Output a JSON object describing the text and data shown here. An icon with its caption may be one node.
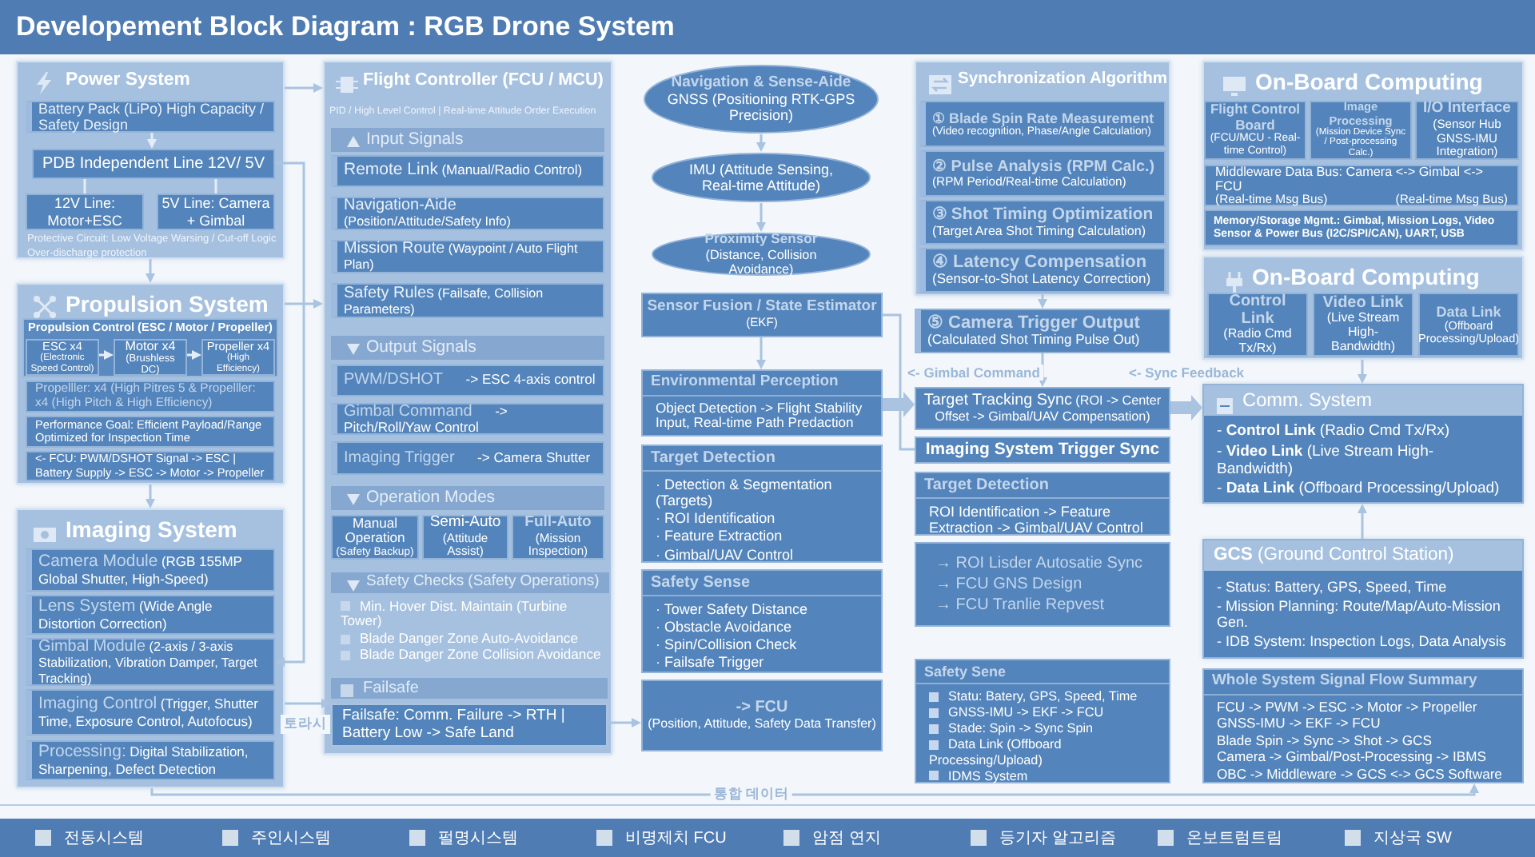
{
  "diagram": {
    "title": "Developement Block Diagram : RGB Drone System",
    "nodes": [
      {
        "text": [
          "Power System",
          "Protective Circuit: Low Voltage Warsing / Cut-off Logic",
          "Over-discharge protection"
        ]
      },
      {
        "text": [
          "Battery Pack (LiPo) High Capacity / Safety Design"
        ],
        "in": 0
      },
      {
        "text": [
          "PDB Independent Line 12V/ 5V"
        ],
        "in": 0
      },
      {
        "text": [
          "12V Line: Motor+ESC"
        ],
        "in": 0
      },
      {
        "text": [
          "5V Line: Camera + Gimbal"
        ],
        "in": 0
      },
      {
        "text": [
          "Propulsion System"
        ]
      },
      {
        "text": [
          "Propulsion Control (ESC / Motor / Propeller)"
        ],
        "in": 5
      },
      {
        "text": [
          "ESC x4",
          "(Electronic Speed Control)"
        ],
        "in": 6
      },
      {
        "text": [
          "Motor x4",
          "(Brushless DC)"
        ],
        "in": 6
      },
      {
        "text": [
          "Propeller x4",
          "(High Efficiency)"
        ],
        "in": 6
      },
      {
        "text": [
          "Propelller: x4 (High Pitres 5 & Propelller: x4 (High Pitch & High Efficiency)"
        ],
        "in": 5
      },
      {
        "text": [
          "Performance Goal: Efficient Payload/Range Optimized for Inspection Time"
        ],
        "in": 5
      },
      {
        "text": [
          "<- FCU: PWM/DSHOT Signal -> ESC | Battery Supply -> ESC -> Motor -> Propeller"
        ],
        "in": 5
      },
      {
        "text": [
          "Imaging System"
        ]
      },
      {
        "text": [
          "Camera Module",
          "(RGB 155MP Global Shutter, High-Speed)"
        ],
        "in": 13
      },
      {
        "text": [
          "Lens System",
          "(Wide Angle Distortion Correction)"
        ],
        "in": 13
      },
      {
        "text": [
          "Gimbal Module",
          "(2-axis / 3-axis Stabilization, Vibration Damper, Target Tracking)"
        ],
        "in": 13
      },
      {
        "text": [
          "Imaging Control",
          "(Trigger, Shutter Time, Exposure Control, Autofocus)"
        ],
        "in": 13
      },
      {
        "text": [
          "Processing:",
          "Digital Stabilization, Sharpening, Defect Detection"
        ],
        "in": 13
      },
      {
        "text": [
          "Flight Controller (FCU / MCU)",
          "PID / High Level Control | Real-time Attitude Order Execution"
        ]
      },
      {
        "text": [
          "Input Signals"
        ],
        "in": 19
      },
      {
        "text": [
          "Remote Link",
          "(Manual/Radio Control)"
        ],
        "in": 19
      },
      {
        "text": [
          "Navigation-Aide",
          "(Position/Attitude/Safety Info)"
        ],
        "in": 19
      },
      {
        "text": [
          "Mission Route",
          "(Waypoint / Auto Flight Plan)"
        ],
        "in": 19
      },
      {
        "text": [
          "Safety Rules",
          "(Failsafe, Collision Parameters)"
        ],
        "in": 19
      },
      {
        "text": [
          "Output Signals"
        ],
        "in": 19
      },
      {
        "text": [
          "PWM/DSHOT",
          "-> ESC 4-axis control"
        ],
        "in": 19
      },
      {
        "text": [
          "Gimbal Command",
          "-> Pitch/Roll/Yaw Control"
        ],
        "in": 19
      },
      {
        "text": [
          "Imaging Trigger",
          "-> Camera Shutter"
        ],
        "in": 19
      },
      {
        "text": [
          "Operation Modes"
        ],
        "in": 19
      },
      {
        "text": [
          "Manual Operation",
          "(Safety Backup)"
        ],
        "in": 19
      },
      {
        "text": [
          "Semi-Auto",
          "(Attitude Assist)"
        ],
        "in": 19
      },
      {
        "text": [
          "Full-Auto",
          "(Mission Inspection)"
        ],
        "in": 19
      },
      {
        "text": [
          "Safety Checks (Safety Operations)",
          "Min. Hover Dist. Maintain (Turbine Tower)",
          "Blade Danger Zone Auto-Avoidance",
          "Blade Danger Zone Collision Avoidance"
        ],
        "in": 19
      },
      {
        "text": [
          "Failsafe",
          "Failsafe: Comm. Failure -> RTH | Battery Low -> Safe Land"
        ],
        "in": 19
      },
      {
        "text": [
          "Navigation & Sense-Aide",
          "GNSS (Positioning RTK-GPS Precision)"
        ]
      },
      {
        "text": [
          "IMU (Attitude Sensing, Real-time Attitude)"
        ]
      },
      {
        "text": [
          "Proximity Sensor",
          "(Distance, Collision Avoidance)"
        ]
      },
      {
        "text": [
          "Sensor Fusion / State Estimator",
          "(EKF)"
        ]
      },
      {
        "text": [
          "Environmental Perception",
          "Object Detection -> Flight Stability Input, Real-time Path Predaction"
        ]
      },
      {
        "text": [
          "Target Detection",
          "· Detection & Segmentation (Targets)",
          "· ROI Identification",
          "· Feature Extraction",
          "· Gimbal/UAV Control"
        ]
      },
      {
        "text": [
          "Safety Sense",
          "· Tower Safety Distance",
          "· Obstacle Avoidance",
          "· Spin/Collision Check",
          "· Failsafe Trigger"
        ]
      },
      {
        "text": [
          "-> FCU",
          "(Position, Attitude, Safety Data Transfer)"
        ]
      },
      {
        "text": [
          "Synchronization Algorithm"
        ]
      },
      {
        "text": [
          "① Blade Spin Rate Measurement",
          "(Video recognition, Phase/Angle Calculation)"
        ],
        "in": 43
      },
      {
        "text": [
          "② Pulse Analysis (RPM Calc.)",
          "(RPM Period/Real-time Calculation)"
        ],
        "in": 43
      },
      {
        "text": [
          "③ Shot Timing Optimization",
          "(Target Area Shot Timing Calculation)"
        ],
        "in": 43
      },
      {
        "text": [
          "④ Latency Compensation",
          "(Sensor-to-Shot Latency Correction)"
        ],
        "in": 43
      },
      {
        "text": [
          "⑤ Camera Trigger Output",
          "(Calculated Shot Timing Pulse Out)"
        ]
      },
      {
        "text": [
          "Target Tracking Sync",
          "(ROI -> Center Offset -> Gimbal/UAV Compensation)"
        ]
      },
      {
        "text": [
          "Imaging System Trigger Sync"
        ]
      },
      {
        "text": [
          "Target Detection",
          "ROI Identification -> Feature Extraction -> Gimbal/UAV Control"
        ]
      },
      {
        "text": [
          "→ ROI Lisder Autosatie Sync",
          "→ FCU GNS Design",
          "→ FCU Tranlie Repvest"
        ]
      },
      {
        "text": [
          "Safety Sene",
          "Statu: Batery, GPS, Speed, Time",
          "GNSS-IMU -> EKF -> FCU",
          "Stade: Spin -> Sync Spin",
          "Data Link (Offboard Processing/Upload)",
          "IDMS System"
        ]
      },
      {
        "text": [
          "On-Board Computing"
        ]
      },
      {
        "text": [
          "Flight Control Board",
          "(FCU/MCU - Real-time Control)"
        ],
        "in": 54
      },
      {
        "text": [
          "Image Processing",
          "(Mission Device Sync / Post-processing Calc.)"
        ],
        "in": 54
      },
      {
        "text": [
          "I/O Interface",
          "(Sensor Hub GNSS-IMU Integration)"
        ],
        "in": 54
      },
      {
        "text": [
          "Middleware Data Bus: Camera <-> Gimbal <-> FCU",
          "(Real-time Msg Bus)",
          "(Real-time Msg Bus)"
        ],
        "in": 54
      },
      {
        "text": [
          "Memory/Storage Mgmt.: Gimbal, Mission Logs, Video Sensor & Power Bus (I2C/SPI/CAN), UART, USB"
        ],
        "in": 54
      },
      {
        "text": [
          "On-Board Computing"
        ]
      },
      {
        "text": [
          "Control Link",
          "(Radio Cmd Tx/Rx)"
        ],
        "in": 60
      },
      {
        "text": [
          "Video Link",
          "(Live Stream High-Bandwidth)"
        ],
        "in": 60
      },
      {
        "text": [
          "Data Link",
          "(Offboard Processing/Upload)"
        ],
        "in": 60
      },
      {
        "text": [
          "Comm. System",
          "- **Control Link** (Radio Cmd Tx/Rx)",
          "- **Video Link** (Live Stream High-Bandwidth)",
          "- **Data Link** (Offboard Processing/Upload)"
        ]
      },
      {
        "text": [
          "**GCS** (Ground Control Station)",
          "- Status: Battery, GPS, Speed, Time",
          "- Mission Planning: Route/Map/Auto-Mission Gen.",
          "- IDB System: Inspection Logs, Data Analysis"
        ]
      },
      {
        "text": [
          "Whole System Signal Flow Summary",
          "FCU -> PWM -> ESC -> Motor -> Propeller",
          "GNSS-IMU -> EKF -> FCU",
          "Blade Spin -> Sync -> Shot -> GCS",
          "Camera -> Gimbal/Post-Processing -> IBMS",
          "OBC -> Middleware -> GCS <-> GCS Software"
        ]
      }
    ],
    "edges": [
      {
        "from": 1,
        "to": 2,
        "arrow": "to",
        "color": "#e4edf7"
      },
      {
        "from": 2,
        "to": 3,
        "arrow": "none",
        "color": "#e4edf7"
      },
      {
        "from": 2,
        "to": 4,
        "arrow": "none",
        "color": "#e4edf7"
      },
      {
        "from": 0,
        "to": 5,
        "arrow": "to"
      },
      {
        "from": 5,
        "to": 13,
        "arrow": "to"
      },
      {
        "from": 7,
        "to": 8,
        "arrow": "to",
        "color": "#e4edf7"
      },
      {
        "from": 8,
        "to": 9,
        "arrow": "to",
        "color": "#e4edf7"
      },
      {
        "from": 0,
        "to": 19,
        "arrow": "to"
      },
      {
        "from": 5,
        "to": 19,
        "arrow": "to"
      },
      {
        "from": 2,
        "to": 16,
        "arrow": "to"
      },
      {
        "from": 13,
        "to": 34,
        "arrow": "to",
        "label": "토라시"
      },
      {
        "from": 34,
        "to": 42,
        "arrow": "to"
      },
      {
        "from": 35,
        "to": 36,
        "arrow": "to"
      },
      {
        "from": 36,
        "to": 37,
        "arrow": "to"
      },
      {
        "from": 38,
        "to": 39,
        "arrow": "to"
      },
      {
        "from": 38,
        "to": 50,
        "arrow": "none"
      },
      {
        "from": 39,
        "to": 49,
        "arrow": "to",
        "style": "thick"
      },
      {
        "from": 47,
        "to": 48,
        "arrow": "to"
      },
      {
        "from": 48,
        "to": 49,
        "arrow": "to",
        "label": "<- Gimbal Command"
      },
      {
        "from": 49,
        "to": 64,
        "arrow": "to",
        "style": "thick",
        "label": "<- Sync Feedback"
      },
      {
        "from": 60,
        "to": 64,
        "arrow": "to"
      },
      {
        "from": 65,
        "to": 64,
        "arrow": "to"
      },
      {
        "from": 13,
        "to": 66,
        "arrow": "to",
        "label": "통합 데이터"
      }
    ],
    "legend": [
      {
        "text": "전동시스템",
        "color": "#d3deeb"
      },
      {
        "text": "주인시스템",
        "color": "#d3deeb"
      },
      {
        "text": "펄명시스템",
        "color": "#d3deeb"
      },
      {
        "text": "비명제치 FCU",
        "color": "#d3deeb"
      },
      {
        "text": "암점 연지",
        "color": "#d3deeb"
      },
      {
        "text": "등기자 알고리즘",
        "color": "#d3deeb"
      },
      {
        "text": "온보트럼트림",
        "color": "#d3deeb"
      },
      {
        "text": "지상국 SW",
        "color": "#d3deeb"
      }
    ]
  }
}
